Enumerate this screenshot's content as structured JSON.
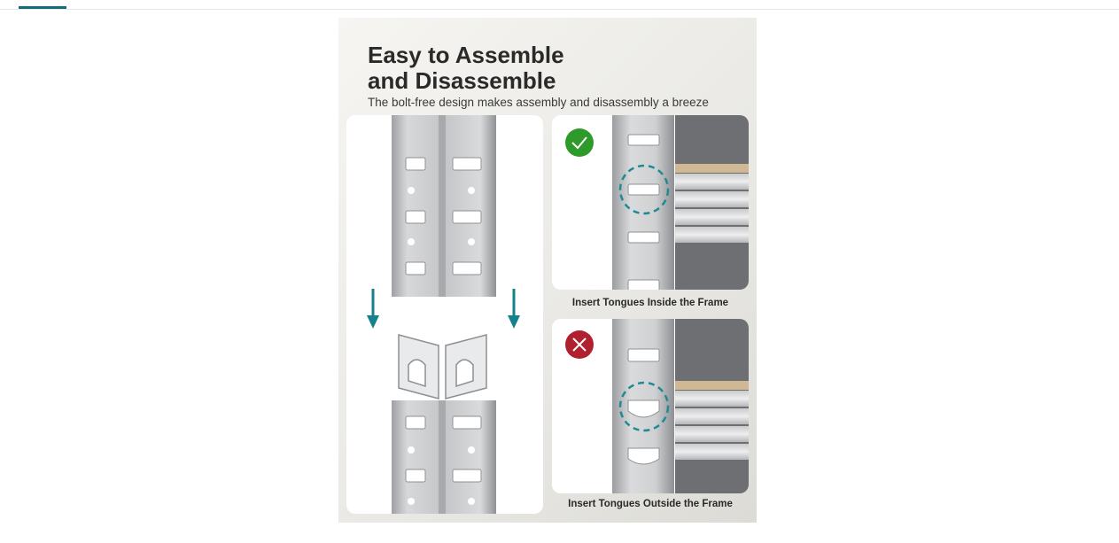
{
  "product": {
    "headline_line1": "Easy to Assemble",
    "headline_line2": "and Disassemble",
    "subheadline": "The bolt-free design makes assembly and disassembly a breeze",
    "caption_correct": "Insert Tongues Inside the Frame",
    "caption_incorrect": "Insert Tongues Outside the Frame"
  },
  "icons": {
    "correct": "check-circle-icon",
    "incorrect": "x-circle-icon",
    "arrow": "arrow-down-icon"
  },
  "colors": {
    "accent": "#0f6c7c",
    "correct": "#2e9a2a",
    "incorrect": "#b0202e",
    "highlight_ring": "#1f8a93"
  }
}
